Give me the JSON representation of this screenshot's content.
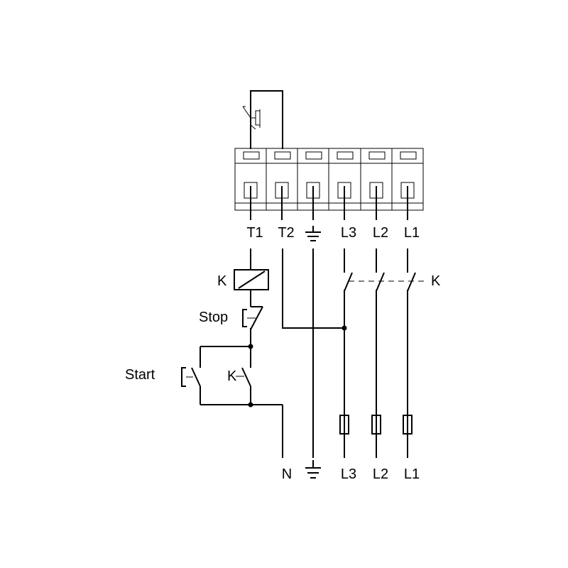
{
  "terminal_labels": {
    "t1": "T1",
    "t2": "T2",
    "l3": "L3",
    "l2": "L2",
    "l1": "L1"
  },
  "supply_labels": {
    "n": "N",
    "l3": "L3",
    "l2": "L2",
    "l1": "L1"
  },
  "contactor_label": "K",
  "coil_label": "K",
  "hold_contact_label": "K",
  "stop_label": "Stop",
  "start_label": "Start",
  "icons": [
    "thermal-overload-icon",
    "ground-icon",
    "coil-icon",
    "fuse-icon",
    "pushbutton-icon"
  ]
}
